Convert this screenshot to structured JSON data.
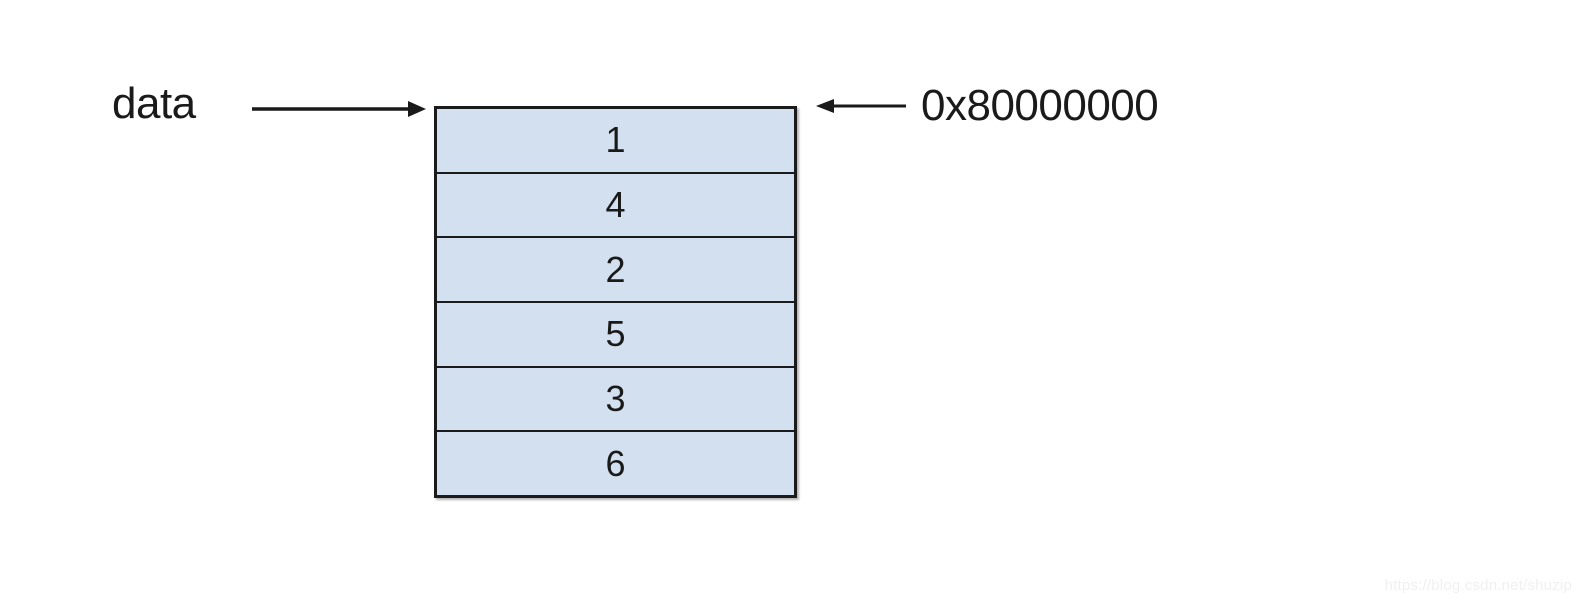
{
  "diagram": {
    "title": "memory-array-layout",
    "background_color": "#ffffff",
    "cell_fill_color": "#d3e0ef",
    "border_color": "#1b1b1b",
    "text_color": "#1a1a1a"
  },
  "pointers": {
    "left": {
      "label": "data",
      "arrow_direction": "right",
      "arrow_target": "array-top-left"
    },
    "right": {
      "label": "0x80000000",
      "arrow_direction": "left",
      "arrow_target": "array-top-right"
    }
  },
  "array": {
    "name": "data",
    "base_address": "0x80000000",
    "cell_count": 6,
    "cells": [
      {
        "index": 0,
        "value": "1"
      },
      {
        "index": 1,
        "value": "4"
      },
      {
        "index": 2,
        "value": "2"
      },
      {
        "index": 3,
        "value": "5"
      },
      {
        "index": 4,
        "value": "3"
      },
      {
        "index": 5,
        "value": "6"
      }
    ]
  },
  "watermark": {
    "text": "https://blog.csdn.net/shuzip"
  }
}
